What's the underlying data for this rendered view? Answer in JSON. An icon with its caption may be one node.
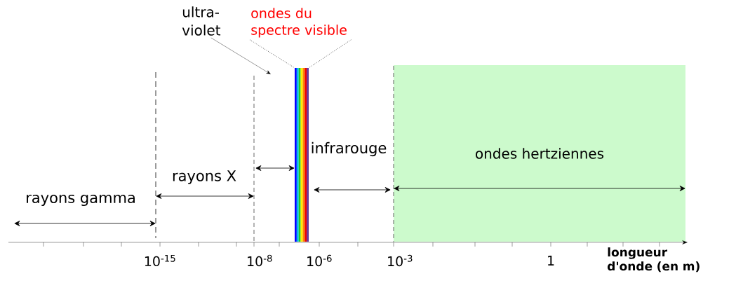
{
  "diagram": {
    "nodes": [
      {
        "text": [
          "ultra-violet"
        ]
      },
      {
        "text": [
          "ondes du spectre visible"
        ]
      },
      {
        "text": [],
        "shape": "bar"
      },
      {
        "text": [
          "ondes hertziennes"
        ]
      }
    ],
    "edges": [
      {
        "from": 0,
        "to": null,
        "arrow": "to"
      },
      {
        "from": 1,
        "to": 2,
        "arrow": "none",
        "style": "dashed"
      },
      {
        "from": 1,
        "to": 2,
        "arrow": "none",
        "style": "dashed"
      }
    ],
    "labels": [
      "rayons gamma",
      "rayons X",
      "infrarouge",
      "10$^{-15}$",
      "10$^{-8}$",
      "10$^{-6}$",
      "10$^{-3}$",
      "1",
      "longueur d'onde (en m)"
    ]
  }
}
